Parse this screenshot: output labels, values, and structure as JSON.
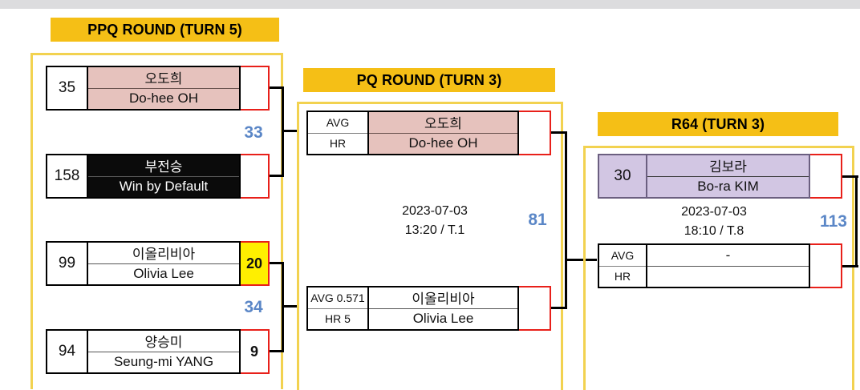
{
  "page": {
    "title": "Tournament Bracket",
    "accent_yellow": "#f5bf16",
    "frame_yellow": "#f2d250",
    "score_border_red": "#e8201a",
    "blue_number": "#5b87c7",
    "pink_fill": "#e6c2bd",
    "purple_fill": "#d2c6e3",
    "highlight_yellow": "#ffef00",
    "topbar_grey": "#dcdcde"
  },
  "rounds": [
    {
      "id": "ppq",
      "banner": "PPQ ROUND (TURN 5)"
    },
    {
      "id": "pq",
      "banner": "PQ ROUND (TURN 3)"
    },
    {
      "id": "r64",
      "banner": "R64 (TURN 3)"
    }
  ],
  "ppq": {
    "match_top": {
      "aggregate": "33",
      "players": [
        {
          "seed": "35",
          "name_kr": "오도희",
          "name_en": "Do-hee OH",
          "score": "",
          "style": "pink"
        },
        {
          "seed": "158",
          "name_kr": "부전승",
          "name_en": "Win by Default",
          "score": "",
          "style": "black"
        }
      ]
    },
    "match_bottom": {
      "aggregate": "34",
      "players": [
        {
          "seed": "99",
          "name_kr": "이올리비아",
          "name_en": "Olivia Lee",
          "score": "20",
          "style": "plain-highlight"
        },
        {
          "seed": "94",
          "name_kr": "양승미",
          "name_en": "Seung-mi YANG",
          "score": "9",
          "style": "plain"
        }
      ]
    }
  },
  "pq": {
    "match": {
      "aggregate": "81",
      "date": "2023-07-03",
      "time": "13:20 / T.1",
      "entries": [
        {
          "stat_avg": "AVG",
          "stat_hr": "HR",
          "name_kr": "오도희",
          "name_en": "Do-hee OH",
          "score": "",
          "style": "pink"
        },
        {
          "stat_avg": "AVG 0.571",
          "stat_hr": "HR 5",
          "name_kr": "이올리비아",
          "name_en": "Olivia Lee",
          "score": "",
          "style": "plain"
        }
      ]
    }
  },
  "r64": {
    "match": {
      "aggregate": "113",
      "date": "2023-07-03",
      "time": "18:10 / T.8",
      "entries": [
        {
          "seed": "30",
          "name_kr": "김보라",
          "name_en": "Bo-ra KIM",
          "score": "",
          "style": "purple"
        },
        {
          "stat_avg": "AVG",
          "stat_hr": "HR",
          "name_kr": "-",
          "name_en": "",
          "score": "",
          "style": "plain-stat"
        }
      ]
    }
  }
}
